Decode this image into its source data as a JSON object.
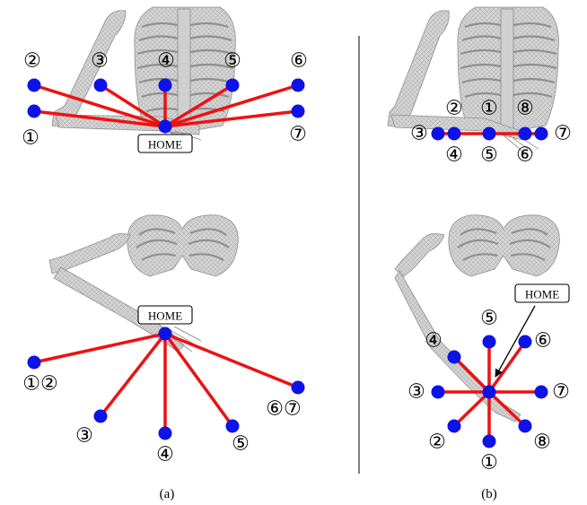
{
  "panels": [
    {
      "caption": "(a)",
      "views": [
        {
          "view": "front",
          "home_label": "HOME",
          "targets": [
            {
              "label": "①"
            },
            {
              "label": "②"
            },
            {
              "label": "③"
            },
            {
              "label": "④"
            },
            {
              "label": "⑤"
            },
            {
              "label": "⑥"
            },
            {
              "label": "⑦"
            }
          ]
        },
        {
          "view": "top",
          "home_label": "HOME",
          "targets": [
            {
              "label": "①②"
            },
            {
              "label": "③"
            },
            {
              "label": "④"
            },
            {
              "label": "⑤"
            },
            {
              "label": "⑥⑦"
            }
          ]
        }
      ]
    },
    {
      "caption": "(b)",
      "views": [
        {
          "view": "front",
          "targets": [
            {
              "label": "①"
            },
            {
              "label": "②"
            },
            {
              "label": "③"
            },
            {
              "label": "④"
            },
            {
              "label": "⑤"
            },
            {
              "label": "⑥"
            },
            {
              "label": "⑦"
            },
            {
              "label": "⑧"
            }
          ]
        },
        {
          "view": "top",
          "home_label": "HOME",
          "targets": [
            {
              "label": "①"
            },
            {
              "label": "②"
            },
            {
              "label": "③"
            },
            {
              "label": "④"
            },
            {
              "label": "⑤"
            },
            {
              "label": "⑥"
            },
            {
              "label": "⑦"
            },
            {
              "label": "⑧"
            }
          ]
        }
      ]
    }
  ],
  "colors": {
    "target_dot": "#0d12e6",
    "path_line": "#ee1111",
    "skeleton": "#9a9a9a"
  }
}
